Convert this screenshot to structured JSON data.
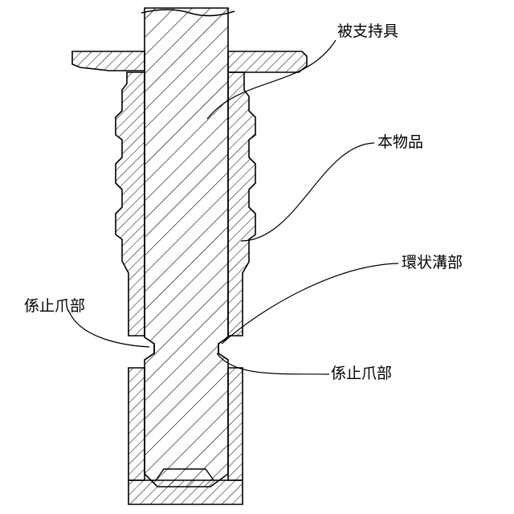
{
  "labels": {
    "supported_tool": "被支持具",
    "product": "本物品",
    "annular_groove": "環状溝部",
    "locking_claw_left": "係止爪部",
    "locking_claw_right": "係止爪部"
  },
  "colors": {
    "line": "#000000",
    "background": "#ffffff"
  }
}
